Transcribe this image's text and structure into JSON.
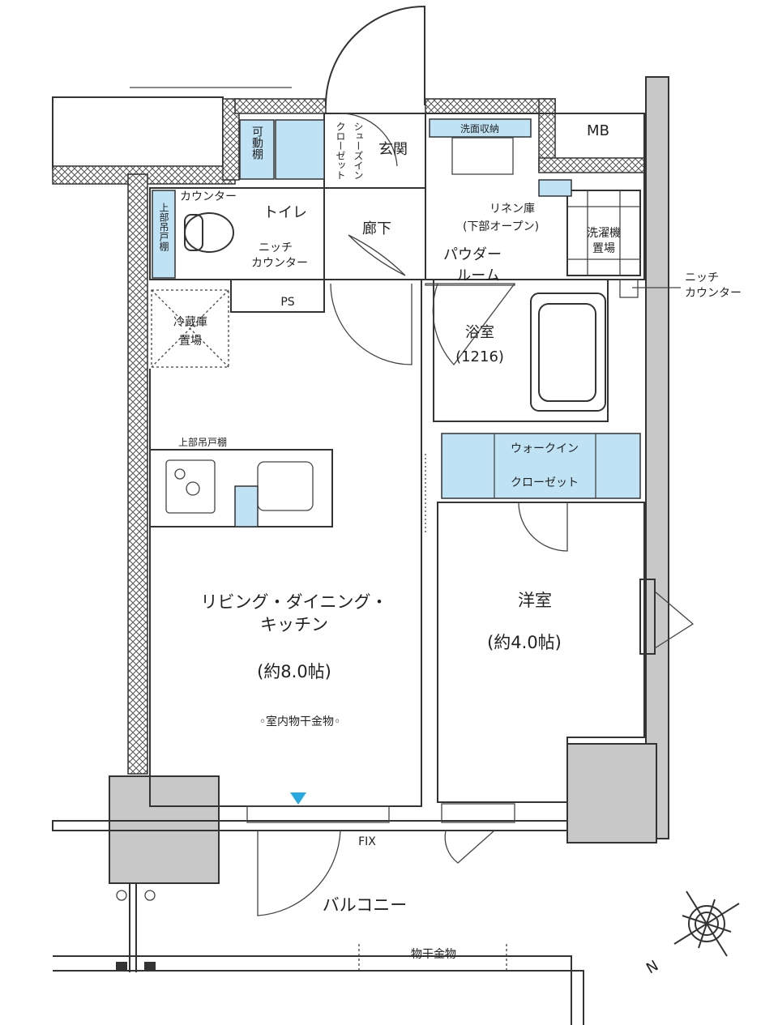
{
  "plan": {
    "ldk": {
      "name_line1": "リビング・ダイニング・",
      "name_line2": "キッチン",
      "size": "(約8.0帖)",
      "feature": "◦室内物干金物◦"
    },
    "western_room": {
      "name": "洋室",
      "size": "(約4.0帖)"
    },
    "bath": {
      "name": "浴室",
      "size": "(1216)"
    },
    "walk_in_closet": {
      "line1": "ウォークイン",
      "line2": "クローゼット"
    },
    "powder_room": {
      "line1": "パウダー",
      "line2": "ルーム"
    },
    "linen": {
      "line1": "リネン庫",
      "line2": "(下部オープン)"
    },
    "washer": {
      "line1": "洗濯機",
      "line2": "置場"
    },
    "niche_counter_right": {
      "line1": "ニッチ",
      "line2": "カウンター"
    },
    "mb": "MB",
    "entrance": "玄関",
    "hallway": "廊下",
    "toilet": "トイレ",
    "counter": "カウンター",
    "niche_counter_toilet": {
      "line1": "ニッチ",
      "line2": "カウンター"
    },
    "upper_cabinet_toilet": "上部吊戸棚",
    "movable_shelf": "可動棚",
    "shoe_closet_col1": "シューズイン",
    "shoe_closet_col2": "クローゼット",
    "ps": "PS",
    "fridge": {
      "line1": "冷蔵庫",
      "line2": "置場"
    },
    "upper_cabinet_kitchen": "上部吊戸棚",
    "washbasin_storage": "洗面収納",
    "fix": "FIX",
    "balcony": "バルコニー",
    "balcony_drying": "物干金物",
    "compass_north": "N"
  },
  "colors": {
    "storage": "#bfe3f4",
    "wall": "#c8c8c8",
    "marker": "#29a8e0"
  }
}
